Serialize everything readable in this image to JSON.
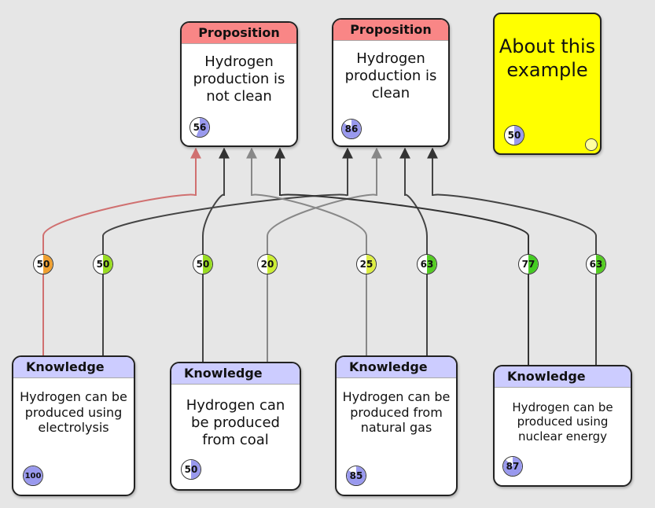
{
  "colors": {
    "proposition_header": "#f98686",
    "knowledge_header": "#ccccff",
    "note_bg": "#ffff00",
    "badge_fill": "#9999ee"
  },
  "propositions": [
    {
      "id": "p1",
      "header": "Proposition",
      "text": "Hydrogen production is not clean",
      "score": 56
    },
    {
      "id": "p2",
      "header": "Proposition",
      "text": "Hydrogen production is clean",
      "score": 86
    }
  ],
  "note": {
    "text": "About this example",
    "score": 50
  },
  "knowledge": [
    {
      "id": "k1",
      "header": "Knowledge",
      "text": "Hydrogen can be produced using electrolysis",
      "score": 100
    },
    {
      "id": "k2",
      "header": "Knowledge",
      "text": "Hydrogen can be produced from coal",
      "score": 50
    },
    {
      "id": "k3",
      "header": "Knowledge",
      "text": "Hydrogen can be produced from natural gas",
      "score": 85
    },
    {
      "id": "k4",
      "header": "Knowledge",
      "text": "Hydrogen can be produced using nuclear energy",
      "score": 87
    }
  ],
  "links": [
    {
      "from": "k1",
      "to": "p1",
      "weight": 50,
      "color": "#f0a030",
      "stroke": "#d07070"
    },
    {
      "from": "k1",
      "to": "p2",
      "weight": 50,
      "color": "#99dd22",
      "stroke": "#444444"
    },
    {
      "from": "k2",
      "to": "p1",
      "weight": 50,
      "color": "#99dd22",
      "stroke": "#444444"
    },
    {
      "from": "k2",
      "to": "p2",
      "weight": 20,
      "color": "#ccee33",
      "stroke": "#888888"
    },
    {
      "from": "k3",
      "to": "p1",
      "weight": 25,
      "color": "#ddee44",
      "stroke": "#888888"
    },
    {
      "from": "k3",
      "to": "p2",
      "weight": 63,
      "color": "#55cc22",
      "stroke": "#444444"
    },
    {
      "from": "k4",
      "to": "p1",
      "weight": 77,
      "color": "#44cc22",
      "stroke": "#333333"
    },
    {
      "from": "k4",
      "to": "p2",
      "weight": 63,
      "color": "#55cc22",
      "stroke": "#444444"
    }
  ]
}
